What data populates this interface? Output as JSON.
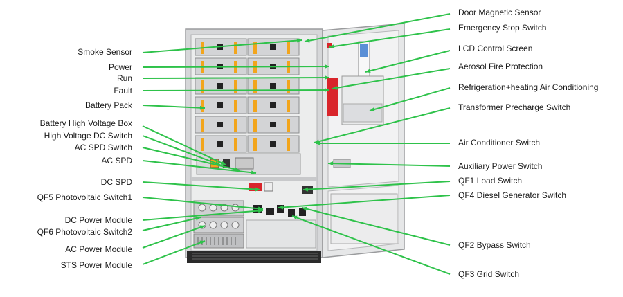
{
  "colors": {
    "leader": "#2ec24a",
    "cabinet": "#d9dadc",
    "dark": "#222222",
    "accent_orange": "#f2a51c",
    "accent_red": "#d9252b"
  },
  "labels_left": [
    "Smoke Sensor",
    "Power",
    "Run",
    "Fault",
    "Battery Pack",
    "Battery High Voltage Box",
    "High Voltage DC Switch",
    "AC SPD Switch",
    "AC SPD",
    "DC SPD",
    "QF5 Photovoltaic Switch1",
    "DC Power Module",
    "QF6 Photovoltaic Switch2",
    "AC Power Module",
    "STS Power Module"
  ],
  "labels_right": [
    "Door Magnetic Sensor",
    "Emergency Stop Switch",
    "LCD Control Screen",
    "Aerosol Fire Protection",
    "Refrigeration+heating Air Conditioning",
    "Transformer Precharge Switch",
    "Air Conditioner Switch",
    "Auxiliary Power Switch",
    "QF1 Load Switch",
    "QF4 Diesel Generator Switch",
    "QF2 Bypass Switch",
    "QF3 Grid Switch"
  ]
}
